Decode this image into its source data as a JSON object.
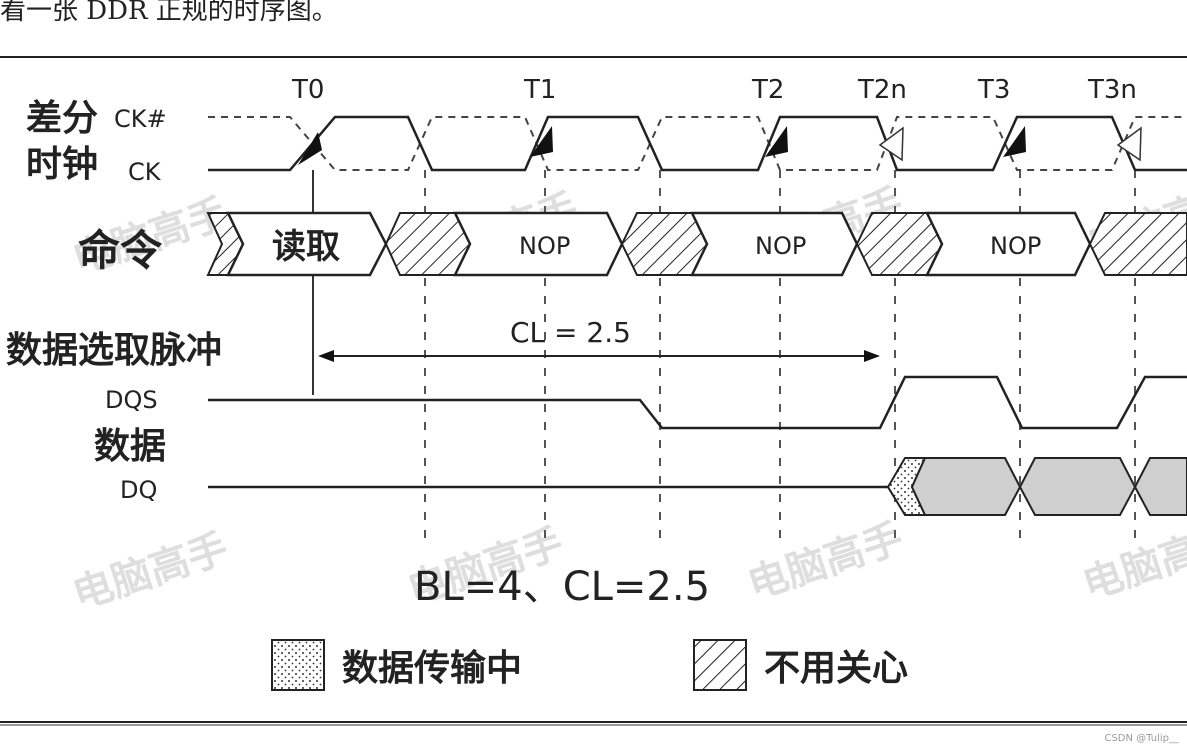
{
  "caption": "看一张 DDR 正规的时序图。",
  "ticks": {
    "T0": "T0",
    "T1": "T1",
    "T2": "T2",
    "T2n": "T2n",
    "T3": "T3",
    "T3n": "T3n"
  },
  "labels": {
    "diff_line1": "差分",
    "ck_hash": "CK#",
    "diff_line2": "时钟",
    "ck": "CK",
    "command": "命令",
    "dqs_cn": "数据选取脉冲",
    "dqs": "DQS",
    "data_cn": "数据",
    "dq": "DQ"
  },
  "commands": {
    "read": "读取",
    "nop1": "NOP",
    "nop2": "NOP",
    "nop3": "NOP"
  },
  "cl_annotation": "CL = 2.5",
  "summary": "BL=4、CL=2.5",
  "legend": {
    "transfer": "数据传输中",
    "dont_care": "不用关心"
  },
  "watermark": "电脑高手",
  "credit": "CSDN @Tulip__",
  "colors": {
    "line": "#222222",
    "dash": "#555555",
    "data_fill": "#cfcfcf",
    "watermark": "#d9d9d9"
  }
}
